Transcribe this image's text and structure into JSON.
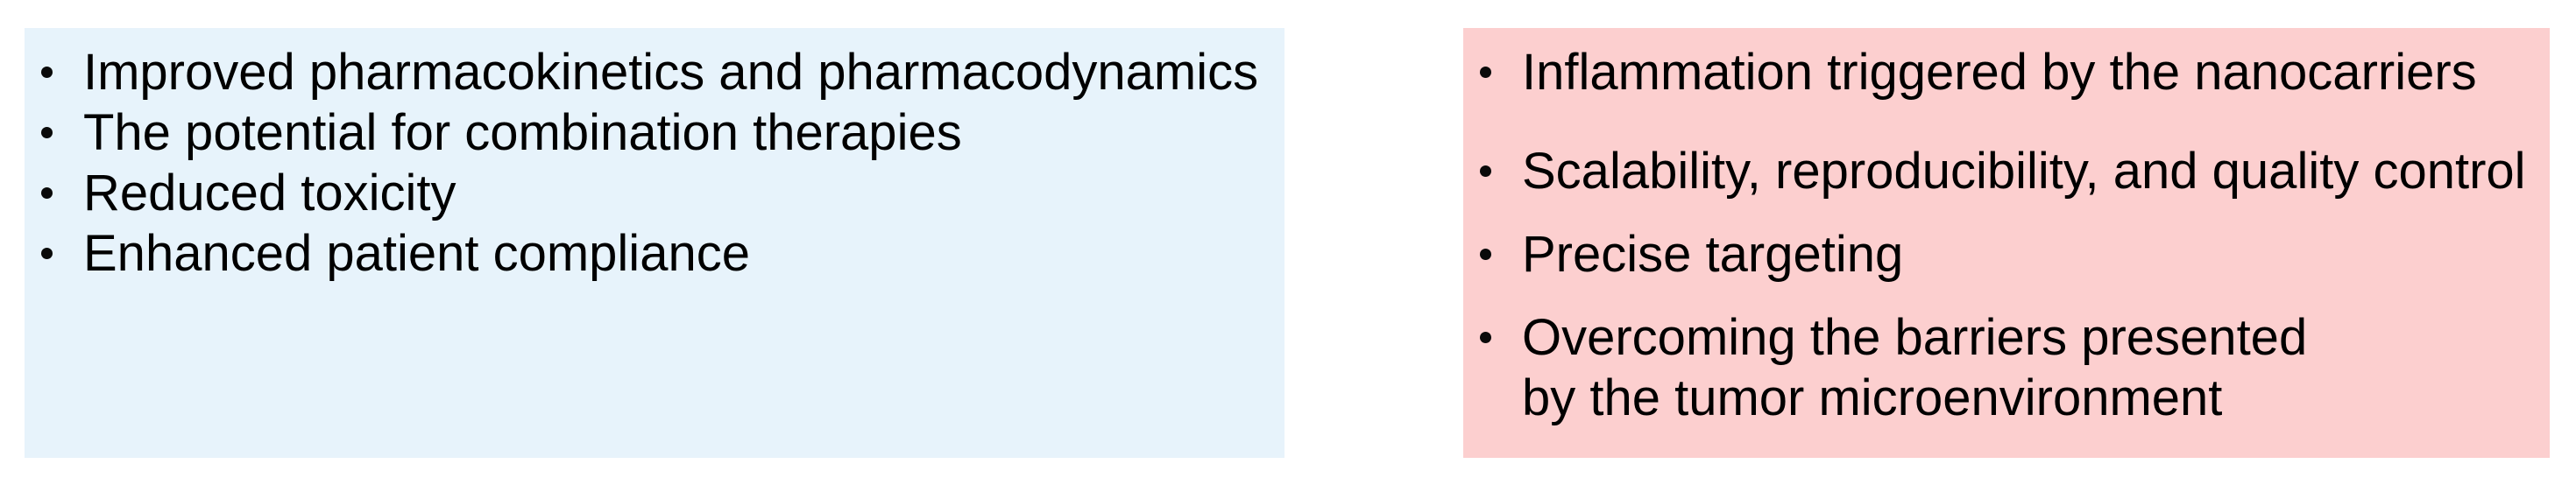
{
  "figure": {
    "type": "comparison-panels",
    "colors": {
      "advantages_panel_bg": "#e7f3fb",
      "challenges_panel_bg": "#fccfcf",
      "text": "#000000",
      "page_bg": "#ffffff"
    },
    "advantages_panel": {
      "items": [
        "Improved pharmacokinetics and pharmacodynamics",
        "The potential for combination therapies",
        "Reduced toxicity",
        "Enhanced patient compliance"
      ]
    },
    "challenges_panel": {
      "items": [
        "Inflammation triggered by the nanocarriers",
        "Scalability, reproducibility, and quality control",
        "Precise targeting",
        "Overcoming the barriers presented\nby the tumor microenvironment"
      ]
    }
  }
}
